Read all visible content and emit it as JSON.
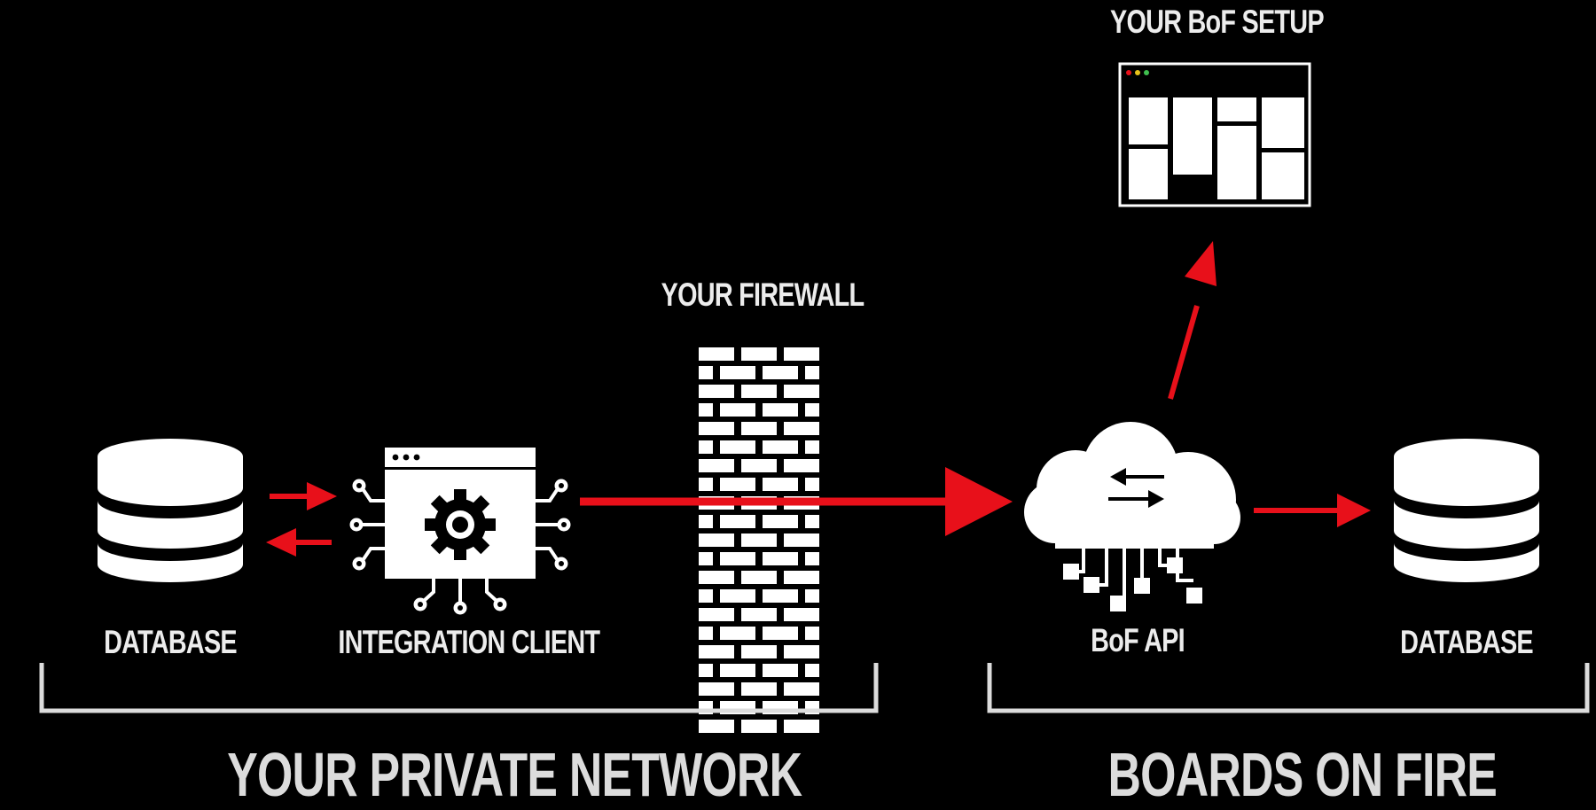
{
  "labels": {
    "db_left": "DATABASE",
    "integration_client": "INTEGRATION CLIENT",
    "firewall": "YOUR FIREWALL",
    "bof_api": "BoF API",
    "db_right": "DATABASE",
    "bof_setup": "YOUR BoF SETUP",
    "private_network": "YOUR PRIVATE NETWORK",
    "boards_on_fire": "BOARDS ON FIRE"
  },
  "icons": {
    "db_left": "database-icon",
    "integration_client": "integration-client-icon",
    "firewall": "brick-wall-icon",
    "bof_api": "cloud-api-icon",
    "db_right": "database-icon",
    "bof_setup": "dashboard-window-icon"
  },
  "colors": {
    "background": "#000000",
    "icon": "#ffffff",
    "arrow": "#e8101a",
    "text": "#ececec"
  }
}
